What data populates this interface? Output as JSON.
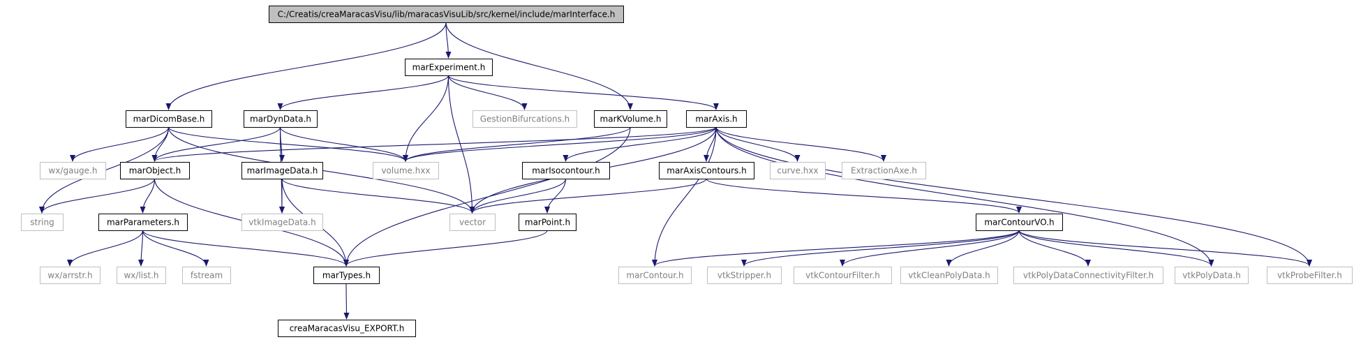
{
  "diagram": {
    "colors": {
      "root_fill": "#bfbfbf",
      "edge": "#191970",
      "documented_border": "#000000",
      "external_border": "#bfbfbf",
      "external_text": "#7f7f7f",
      "text": "#000000"
    },
    "nodes": [
      {
        "id": "root",
        "label": "C:/Creatis/creaMaracasVisu/lib/maracasVisuLib/src/kernel/include/marInterface.h",
        "kind": "root"
      },
      {
        "id": "marExperiment",
        "label": "marExperiment.h",
        "kind": "documented"
      },
      {
        "id": "marDicomBase",
        "label": "marDicomBase.h",
        "kind": "documented"
      },
      {
        "id": "marDynData",
        "label": "marDynData.h",
        "kind": "documented"
      },
      {
        "id": "GestionBifurcations",
        "label": "GestionBifurcations.h",
        "kind": "external"
      },
      {
        "id": "marKVolume",
        "label": "marKVolume.h",
        "kind": "documented"
      },
      {
        "id": "marAxis",
        "label": "marAxis.h",
        "kind": "documented"
      },
      {
        "id": "wxgauge",
        "label": "wx/gauge.h",
        "kind": "external"
      },
      {
        "id": "marObject",
        "label": "marObject.h",
        "kind": "documented"
      },
      {
        "id": "marImageData",
        "label": "marImageData.h",
        "kind": "documented"
      },
      {
        "id": "volumehxx",
        "label": "volume.hxx",
        "kind": "external"
      },
      {
        "id": "marIsocontour",
        "label": "marIsocontour.h",
        "kind": "documented"
      },
      {
        "id": "marAxisContours",
        "label": "marAxisContours.h",
        "kind": "documented"
      },
      {
        "id": "curvehxx",
        "label": "curve.hxx",
        "kind": "external"
      },
      {
        "id": "ExtractionAxe",
        "label": "ExtractionAxe.h",
        "kind": "external"
      },
      {
        "id": "string",
        "label": "string",
        "kind": "external"
      },
      {
        "id": "marParameters",
        "label": "marParameters.h",
        "kind": "documented"
      },
      {
        "id": "vtkImageData",
        "label": "vtkImageData.h",
        "kind": "external"
      },
      {
        "id": "vector",
        "label": "vector",
        "kind": "external"
      },
      {
        "id": "marPoint",
        "label": "marPoint.h",
        "kind": "documented"
      },
      {
        "id": "marContourVO",
        "label": "marContourVO.h",
        "kind": "documented"
      },
      {
        "id": "wxarrstr",
        "label": "wx/arrstr.h",
        "kind": "external"
      },
      {
        "id": "wxlist",
        "label": "wx/list.h",
        "kind": "external"
      },
      {
        "id": "fstream",
        "label": "fstream",
        "kind": "external"
      },
      {
        "id": "marTypes",
        "label": "marTypes.h",
        "kind": "documented"
      },
      {
        "id": "marContour",
        "label": "marContour.h",
        "kind": "external"
      },
      {
        "id": "vtkStripper",
        "label": "vtkStripper.h",
        "kind": "external"
      },
      {
        "id": "vtkContourFilter",
        "label": "vtkContourFilter.h",
        "kind": "external"
      },
      {
        "id": "vtkCleanPolyData",
        "label": "vtkCleanPolyData.h",
        "kind": "external"
      },
      {
        "id": "vtkPolyDataConnectivityFilter",
        "label": "vtkPolyDataConnectivityFilter.h",
        "kind": "external"
      },
      {
        "id": "vtkPolyData",
        "label": "vtkPolyData.h",
        "kind": "external"
      },
      {
        "id": "vtkProbeFilter",
        "label": "vtkProbeFilter.h",
        "kind": "external"
      },
      {
        "id": "creaExport",
        "label": "creaMaracasVisu_EXPORT.h",
        "kind": "documented"
      }
    ],
    "edges": [
      [
        "root",
        "marExperiment"
      ],
      [
        "root",
        "marDicomBase"
      ],
      [
        "root",
        "marKVolume"
      ],
      [
        "marExperiment",
        "marDynData"
      ],
      [
        "marExperiment",
        "GestionBifurcations"
      ],
      [
        "marExperiment",
        "marAxis"
      ],
      [
        "marExperiment",
        "volumehxx"
      ],
      [
        "marExperiment",
        "vector"
      ],
      [
        "marDicomBase",
        "wxgauge"
      ],
      [
        "marDicomBase",
        "marObject"
      ],
      [
        "marDicomBase",
        "string"
      ],
      [
        "marDicomBase",
        "volumehxx"
      ],
      [
        "marDicomBase",
        "vector"
      ],
      [
        "marDynData",
        "marObject"
      ],
      [
        "marDynData",
        "marImageData"
      ],
      [
        "marDynData",
        "volumehxx"
      ],
      [
        "marDynData",
        "vtkImageData"
      ],
      [
        "marKVolume",
        "volumehxx"
      ],
      [
        "marKVolume",
        "marTypes"
      ],
      [
        "marAxis",
        "marObject"
      ],
      [
        "marAxis",
        "volumehxx"
      ],
      [
        "marAxis",
        "vector"
      ],
      [
        "marAxis",
        "marIsocontour"
      ],
      [
        "marAxis",
        "marAxisContours"
      ],
      [
        "marAxis",
        "curvehxx"
      ],
      [
        "marAxis",
        "ExtractionAxe"
      ],
      [
        "marAxis",
        "marContour"
      ],
      [
        "marAxis",
        "vtkPolyData"
      ],
      [
        "marAxis",
        "vtkProbeFilter"
      ],
      [
        "marObject",
        "string"
      ],
      [
        "marObject",
        "marParameters"
      ],
      [
        "marObject",
        "marTypes"
      ],
      [
        "marImageData",
        "vtkImageData"
      ],
      [
        "marImageData",
        "vector"
      ],
      [
        "marImageData",
        "marTypes"
      ],
      [
        "marIsocontour",
        "vector"
      ],
      [
        "marIsocontour",
        "marPoint"
      ],
      [
        "marAxisContours",
        "vector"
      ],
      [
        "marAxisContours",
        "marContourVO"
      ],
      [
        "marParameters",
        "wxarrstr"
      ],
      [
        "marParameters",
        "wxlist"
      ],
      [
        "marParameters",
        "fstream"
      ],
      [
        "marParameters",
        "marTypes"
      ],
      [
        "marPoint",
        "marTypes"
      ],
      [
        "marContourVO",
        "marContour"
      ],
      [
        "marContourVO",
        "vtkStripper"
      ],
      [
        "marContourVO",
        "vtkContourFilter"
      ],
      [
        "marContourVO",
        "vtkCleanPolyData"
      ],
      [
        "marContourVO",
        "vtkPolyDataConnectivityFilter"
      ],
      [
        "marContourVO",
        "vtkPolyData"
      ],
      [
        "marContourVO",
        "vtkProbeFilter"
      ],
      [
        "marTypes",
        "creaExport"
      ]
    ]
  }
}
